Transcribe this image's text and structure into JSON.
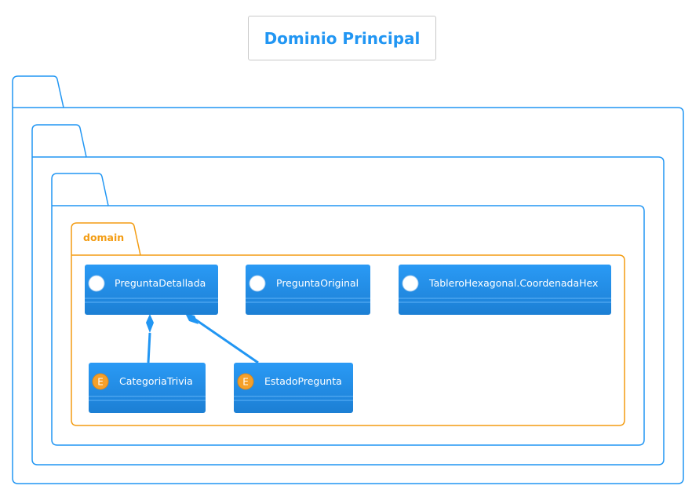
{
  "diagram": {
    "title": "Dominio Principal",
    "package_label": "domain",
    "classes": {
      "pregunta_detallada": {
        "name": "PreguntaDetallada",
        "stereotype": ""
      },
      "pregunta_original": {
        "name": "PreguntaOriginal",
        "stereotype": ""
      },
      "tablero_coordenada": {
        "name": "TableroHexagonal.CoordenadaHex",
        "stereotype": ""
      },
      "categoria_trivia": {
        "name": "CategoriaTrivia",
        "stereotype": "E"
      },
      "estado_pregunta": {
        "name": "EstadoPregunta",
        "stereotype": "E"
      }
    },
    "relations": [
      {
        "from": "PreguntaDetallada",
        "to": "CategoriaTrivia",
        "type": "composition"
      },
      {
        "from": "PreguntaDetallada",
        "to": "EstadoPregunta",
        "type": "composition"
      }
    ],
    "colors": {
      "blue": "#2196f3",
      "blue_dark": "#1a7fd6",
      "orange": "#f39c12",
      "enum_badge": "#f5a02a"
    }
  }
}
